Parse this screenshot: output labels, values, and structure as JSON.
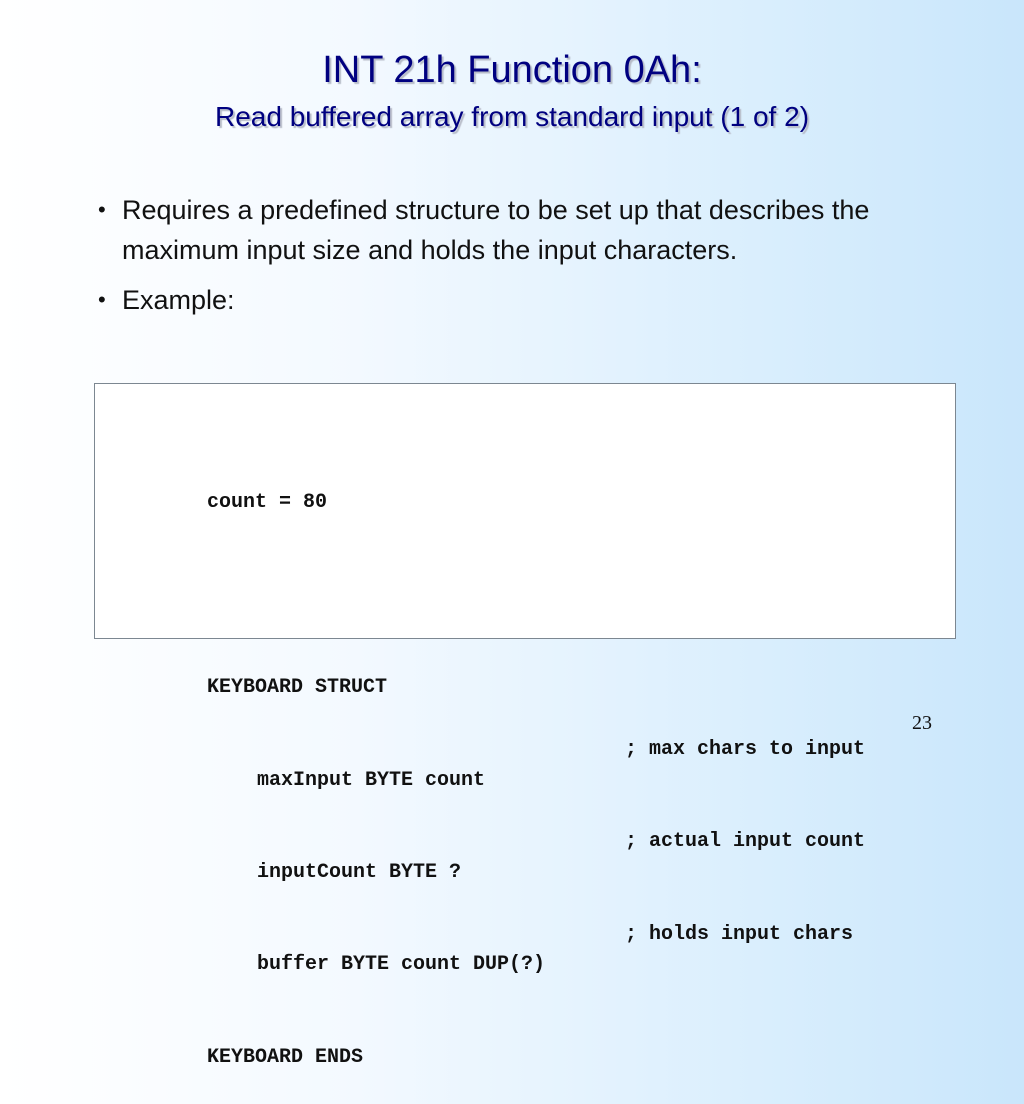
{
  "slide": {
    "title": "INT 21h Function 0Ah:",
    "subtitle": "Read buffered array from standard input (1 of 2)",
    "bullets": [
      "Requires a predefined structure to be set up that describes the maximum input size and holds the input characters.",
      "Example:"
    ],
    "code": {
      "lines": [
        {
          "text": "count = 80",
          "comment": ""
        },
        {
          "text": "",
          "comment": ""
        },
        {
          "text": "KEYBOARD STRUCT",
          "comment": ""
        },
        {
          "text": "maxInput BYTE count",
          "comment": "; max chars to input"
        },
        {
          "text": "inputCount BYTE ?",
          "comment": "; actual input count"
        },
        {
          "text": "buffer BYTE count DUP(?)",
          "comment": "; holds input chars"
        },
        {
          "text": "KEYBOARD ENDS",
          "comment": ""
        }
      ]
    },
    "page_number": "23"
  },
  "colors": {
    "title": "#000080",
    "body_text": "#111111",
    "code_border": "#7c8791",
    "background_start": "#ffffff",
    "background_end": "#c9e6fb"
  }
}
